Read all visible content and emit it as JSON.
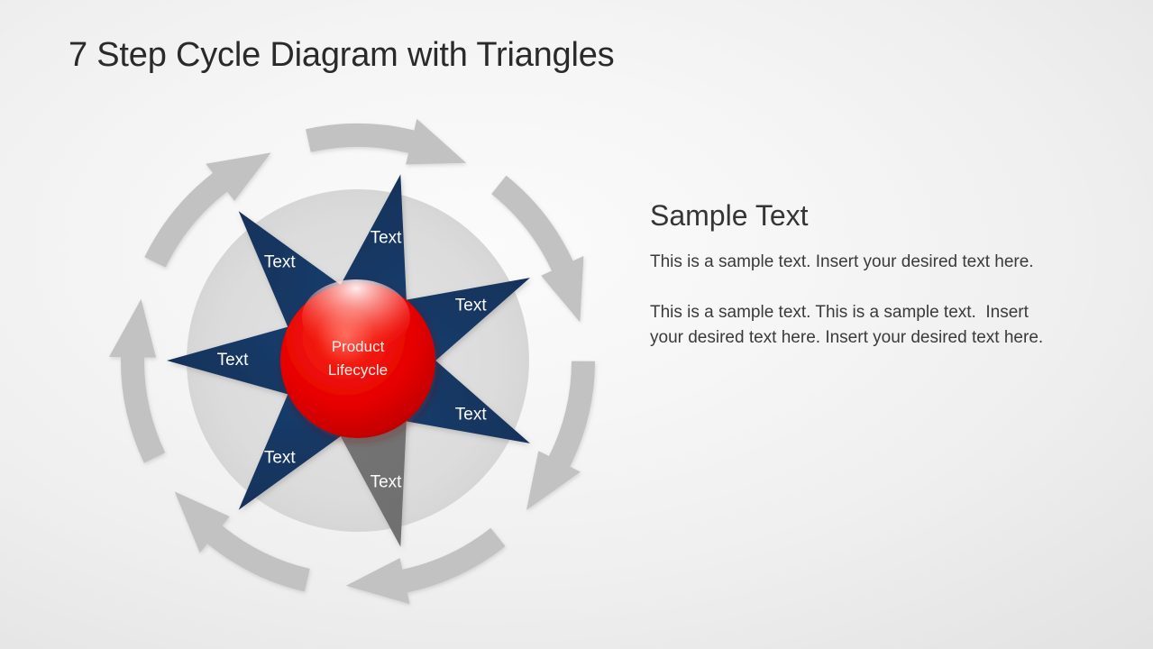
{
  "slide": {
    "title": "7 Step Cycle Diagram with Triangles",
    "background_color": "#efefef"
  },
  "diagram": {
    "name": "7-step-cycle-diagram",
    "hub": {
      "line1": "Product",
      "line2": "Lifecycle",
      "color": "#e60000",
      "text_color": "#ffffff"
    },
    "step_count": 7,
    "highlight_index": 2,
    "colors": {
      "blue_light": "#1c4f8a",
      "blue_dark": "#142f55",
      "gray_highlight": "#7c7c7c",
      "gray_highlight_dark": "#6e6e6e",
      "disc": "#dcdcdc",
      "arrow": "#c2c2c2"
    },
    "steps": [
      {
        "index": 0,
        "label": "Text",
        "angle_deg": -25.7,
        "state": "normal"
      },
      {
        "index": 1,
        "label": "Text",
        "angle_deg": 25.7,
        "state": "normal"
      },
      {
        "index": 2,
        "label": "Text",
        "angle_deg": 77.1,
        "state": "highlight"
      },
      {
        "index": 3,
        "label": "Text",
        "angle_deg": 128.6,
        "state": "normal"
      },
      {
        "index": 4,
        "label": "Text",
        "angle_deg": 180.0,
        "state": "normal"
      },
      {
        "index": 5,
        "label": "Text",
        "angle_deg": 231.4,
        "state": "normal"
      },
      {
        "index": 6,
        "label": "Text",
        "angle_deg": 282.9,
        "state": "normal"
      }
    ],
    "arrows": {
      "count": 7,
      "direction": "clockwise",
      "color": "#c2c2c2"
    }
  },
  "text_panel": {
    "heading": "Sample Text",
    "paragraph1": "This is a sample text. Insert your desired text here.",
    "paragraph2": "This is a sample text. This is a sample text.  Insert your desired text here. Insert your desired text here."
  }
}
